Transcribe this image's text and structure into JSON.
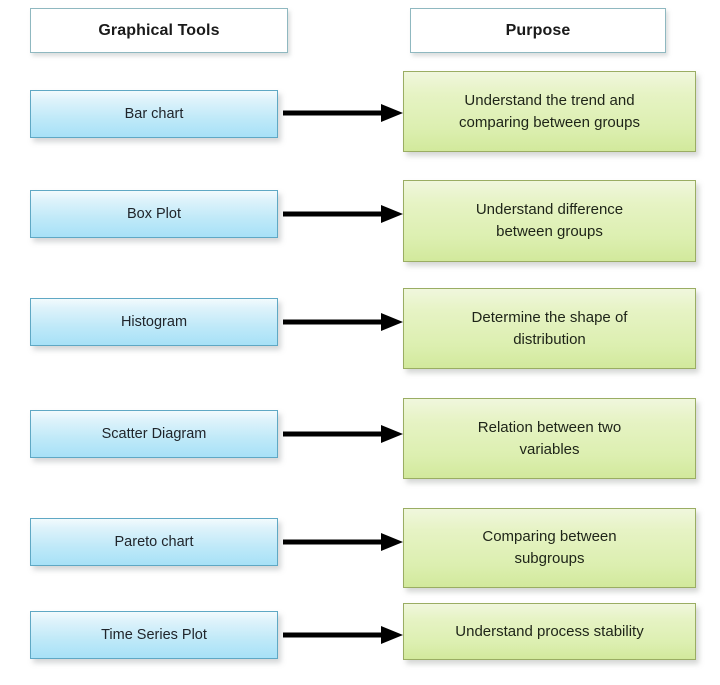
{
  "diagram": {
    "title_row": {
      "left_header": "Graphical Tools",
      "right_header": "Purpose"
    },
    "rows": [
      {
        "tool": "Bar chart",
        "purpose_line1": "Understand the trend and",
        "purpose_line2": "comparing between groups",
        "arrow": "arrow-right-icon"
      },
      {
        "tool": "Box Plot",
        "purpose_line1": "Understand difference",
        "purpose_line2": "between groups",
        "arrow": "arrow-right-icon"
      },
      {
        "tool": "Histogram",
        "purpose_line1": "Determine the shape of",
        "purpose_line2": "distribution",
        "arrow": "arrow-right-icon"
      },
      {
        "tool": "Scatter Diagram",
        "purpose_line1": "Relation between two",
        "purpose_line2": "variables",
        "arrow": "arrow-right-icon"
      },
      {
        "tool": "Pareto chart",
        "purpose_line1": "Comparing between",
        "purpose_line2": "subgroups",
        "arrow": "arrow-right-icon"
      },
      {
        "tool": "Time Series Plot",
        "purpose_line1": "Understand process stability",
        "purpose_line2": "",
        "arrow": "arrow-right-icon"
      }
    ],
    "colors": {
      "tool_box_fill_top": "#f2fbfd",
      "tool_box_fill_bottom": "#a7e1f7",
      "tool_box_border": "#5fa8c4",
      "purpose_box_fill_top": "#f0f7dd",
      "purpose_box_fill_bottom": "#d2e99c",
      "purpose_box_border": "#9aad63",
      "header_border": "#8fb8c0",
      "arrow_color": "#000000",
      "background": "#ffffff"
    }
  }
}
